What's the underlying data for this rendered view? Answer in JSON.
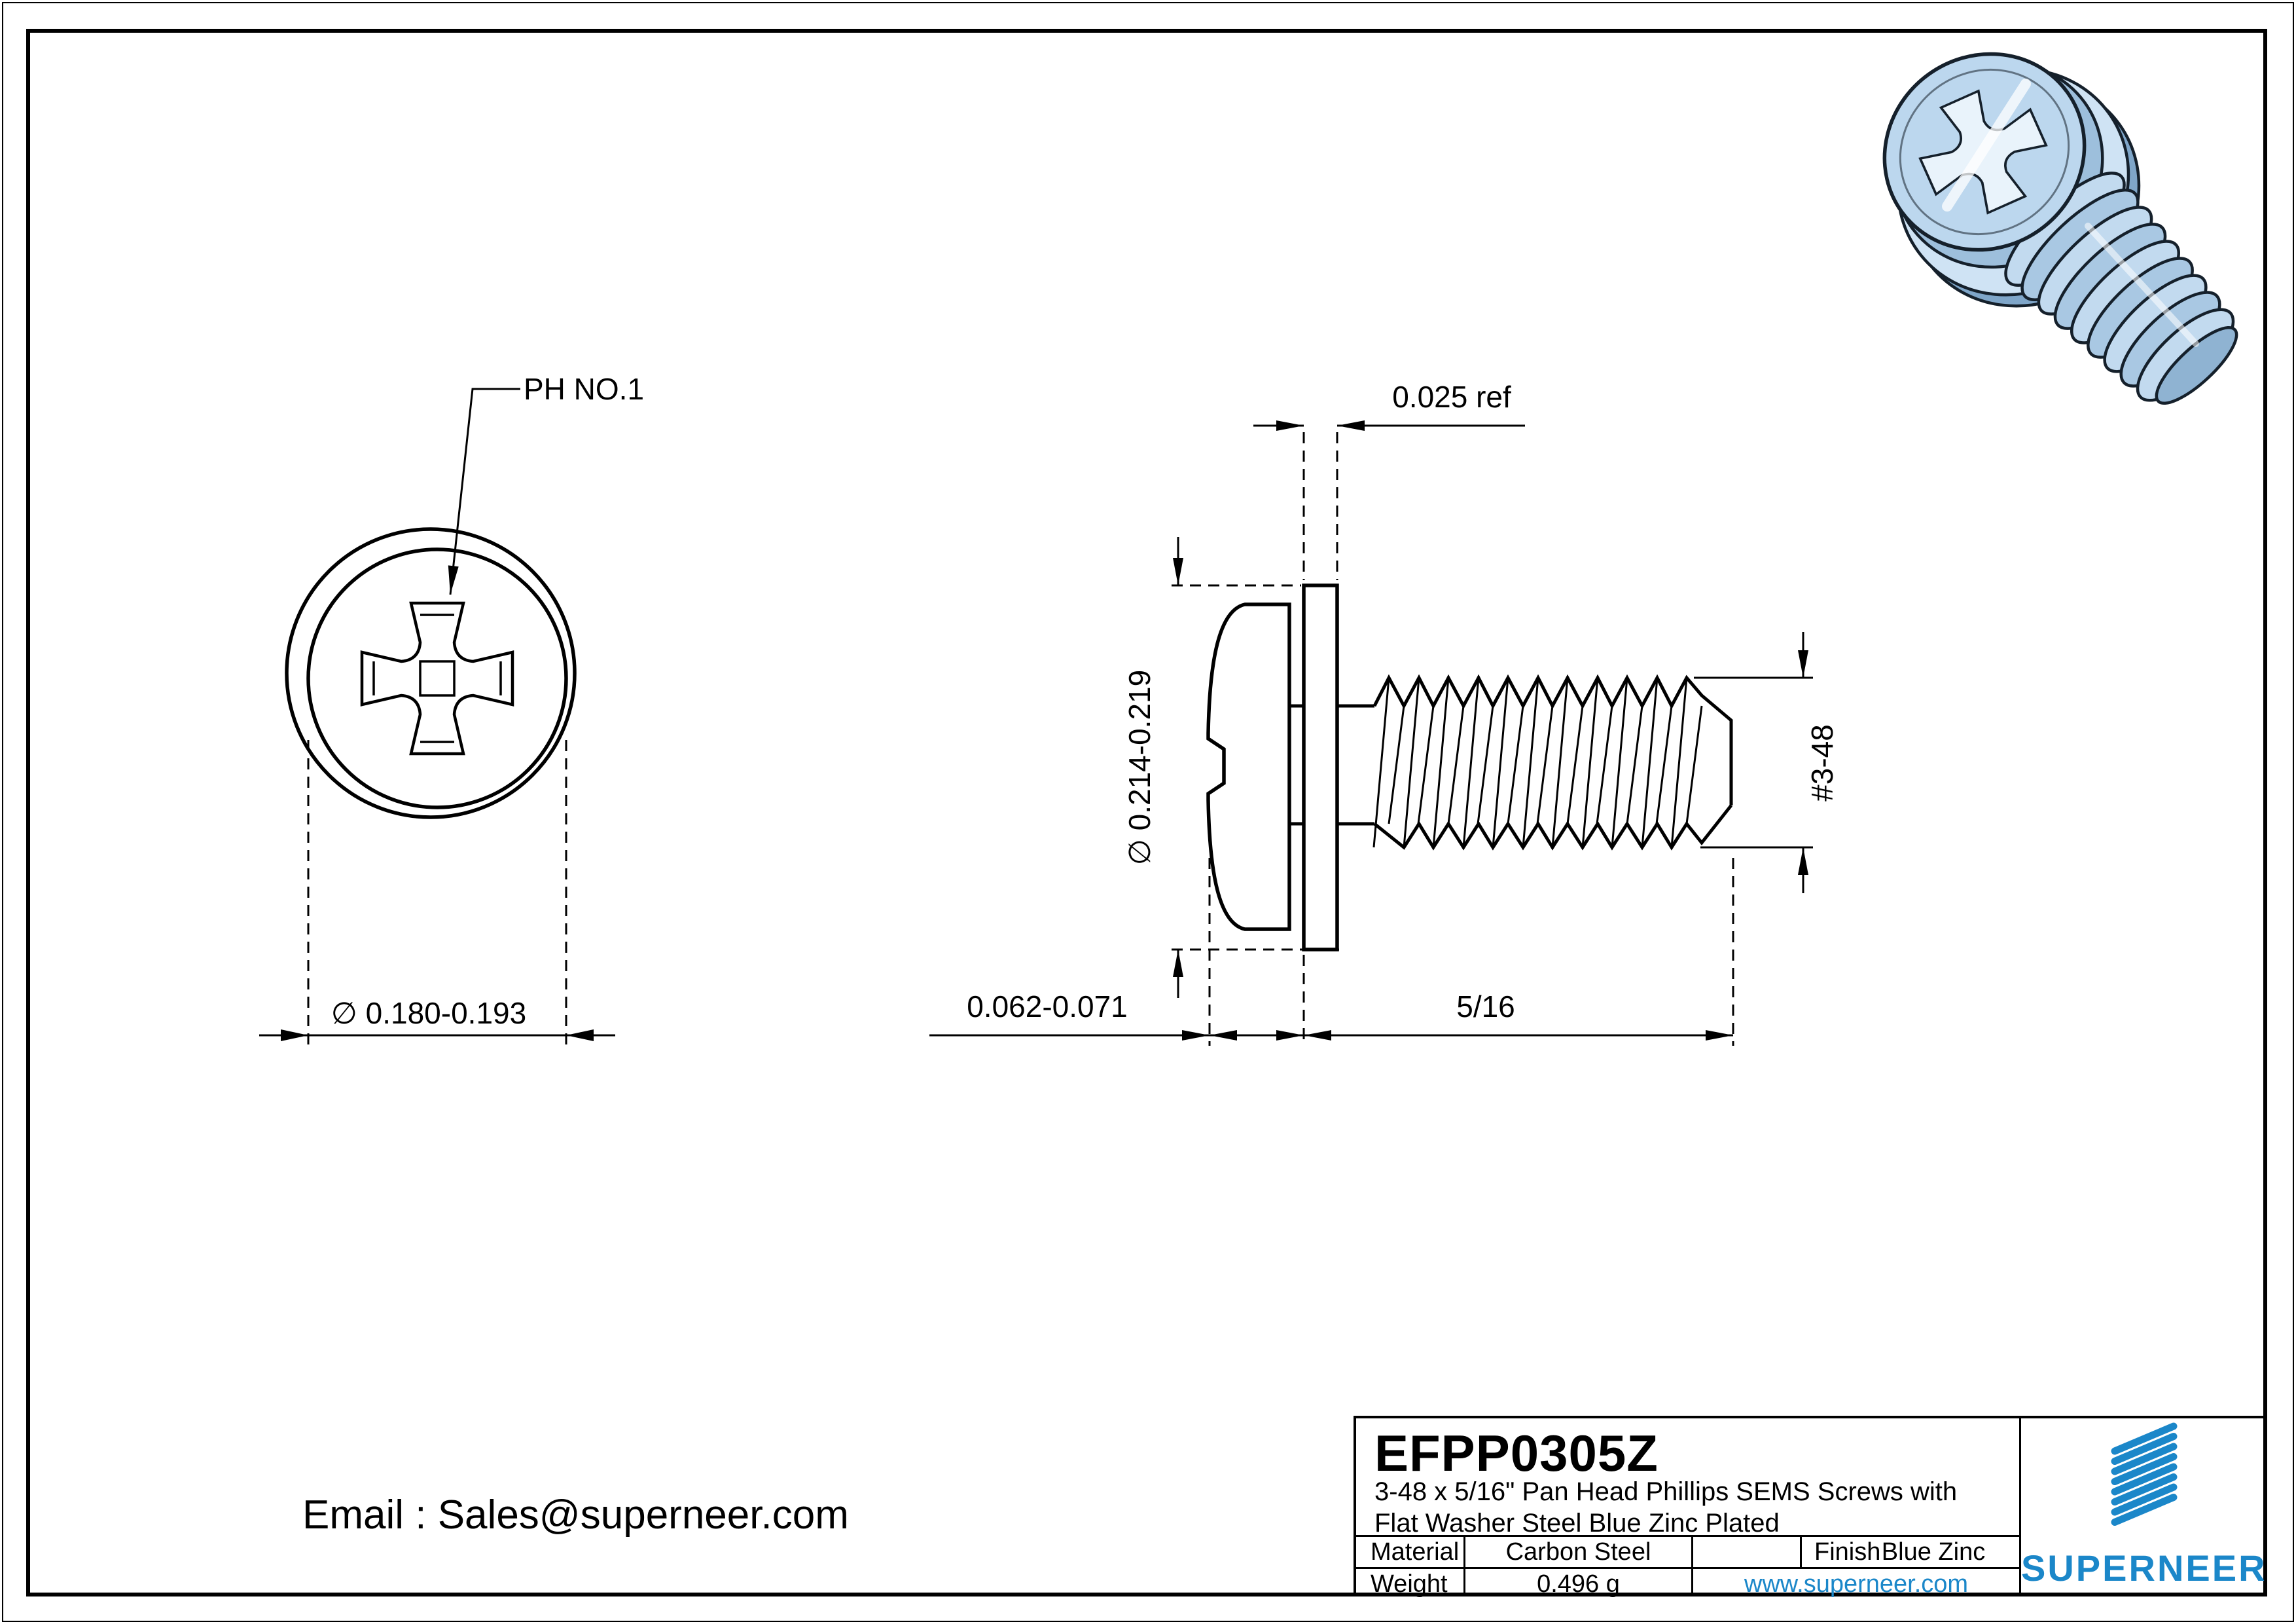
{
  "accent_color": "#1b87c9",
  "views": {
    "top_view": {
      "callout": "PH NO.1",
      "head_diameter": "∅ 0.180-0.193"
    },
    "side_view": {
      "washer_thickness": "0.025 ref",
      "washer_diameter": "∅ 0.214-0.219",
      "head_height": "0.062-0.071",
      "thread_length": "5/16",
      "thread_spec": "#3-48"
    }
  },
  "contact": {
    "email": "Email : Sales@superneer.com"
  },
  "title_block": {
    "part_number": "EFPP0305Z",
    "description_line1": "3-48 x 5/16\" Pan Head Phillips SEMS Screws with",
    "description_line2": "Flat Washer Steel Blue Zinc Plated",
    "material_label": "Material",
    "material_value": "Carbon Steel",
    "finish_label": "Finish",
    "finish_value": "Blue Zinc",
    "weight_label": "Weight",
    "weight_value": "0.496 g",
    "website": "www.superneer.com",
    "brand": "SUPERNEER"
  }
}
